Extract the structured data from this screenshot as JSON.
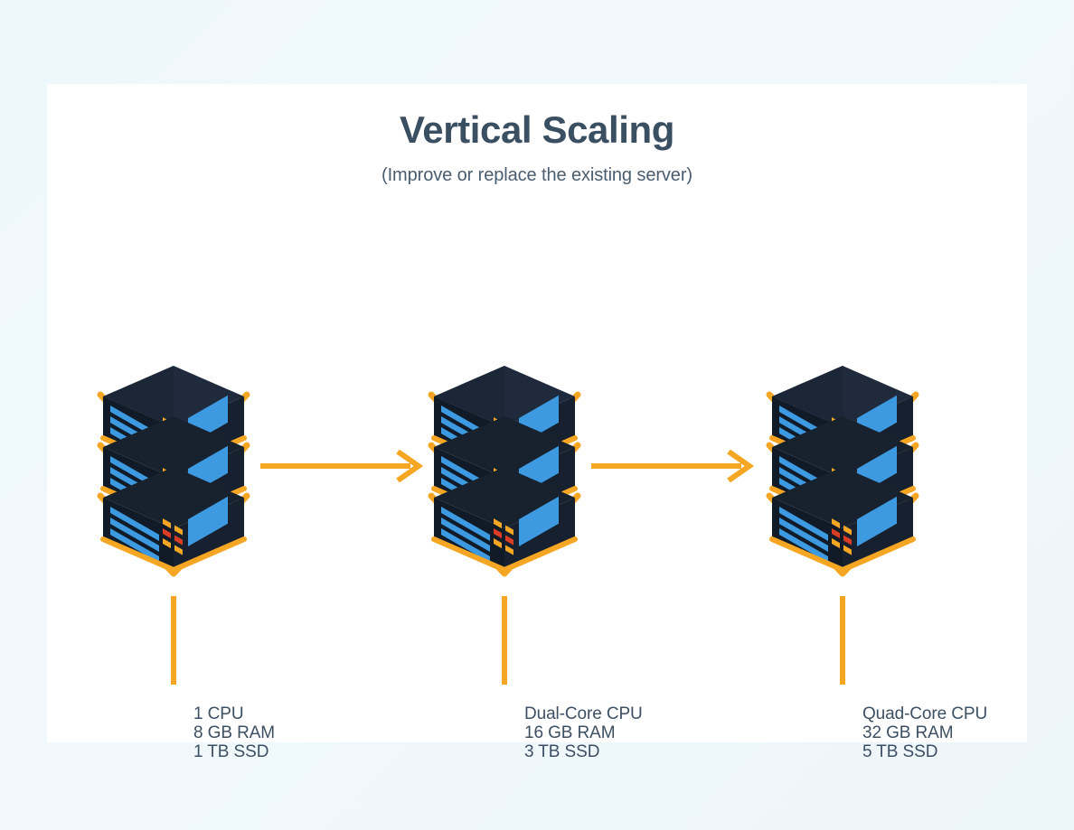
{
  "header": {
    "title": "Vertical Scaling",
    "subtitle": "(Improve or replace the existing server)"
  },
  "colors": {
    "page_background": "#eef7fb",
    "card_background": "#ffffff",
    "title_text": "#3b4f63",
    "subtitle_text": "#4a5d70",
    "spec_text": "#3d4f63",
    "accent_orange": "#f5a623",
    "server_dark": "#16202e",
    "server_top": "#1f2b3d",
    "server_blue": "#3d9ae0",
    "led_orange": "#f5a623",
    "led_red": "#d93d23"
  },
  "diagram": {
    "type": "progression",
    "icon_name": "server-rack-icon",
    "arrow_icon_name": "arrow-right-icon",
    "stages": [
      {
        "id": "stage-1",
        "server_label": "server-1",
        "specs": [
          "1 CPU",
          "8 GB RAM",
          "1 TB SSD"
        ]
      },
      {
        "id": "stage-2",
        "server_label": "server-2",
        "specs": [
          "Dual-Core CPU",
          "16 GB RAM",
          "3 TB SSD"
        ]
      },
      {
        "id": "stage-3",
        "server_label": "server-3",
        "specs": [
          "Quad-Core CPU",
          "32 GB RAM",
          "5 TB SSD"
        ]
      }
    ]
  }
}
